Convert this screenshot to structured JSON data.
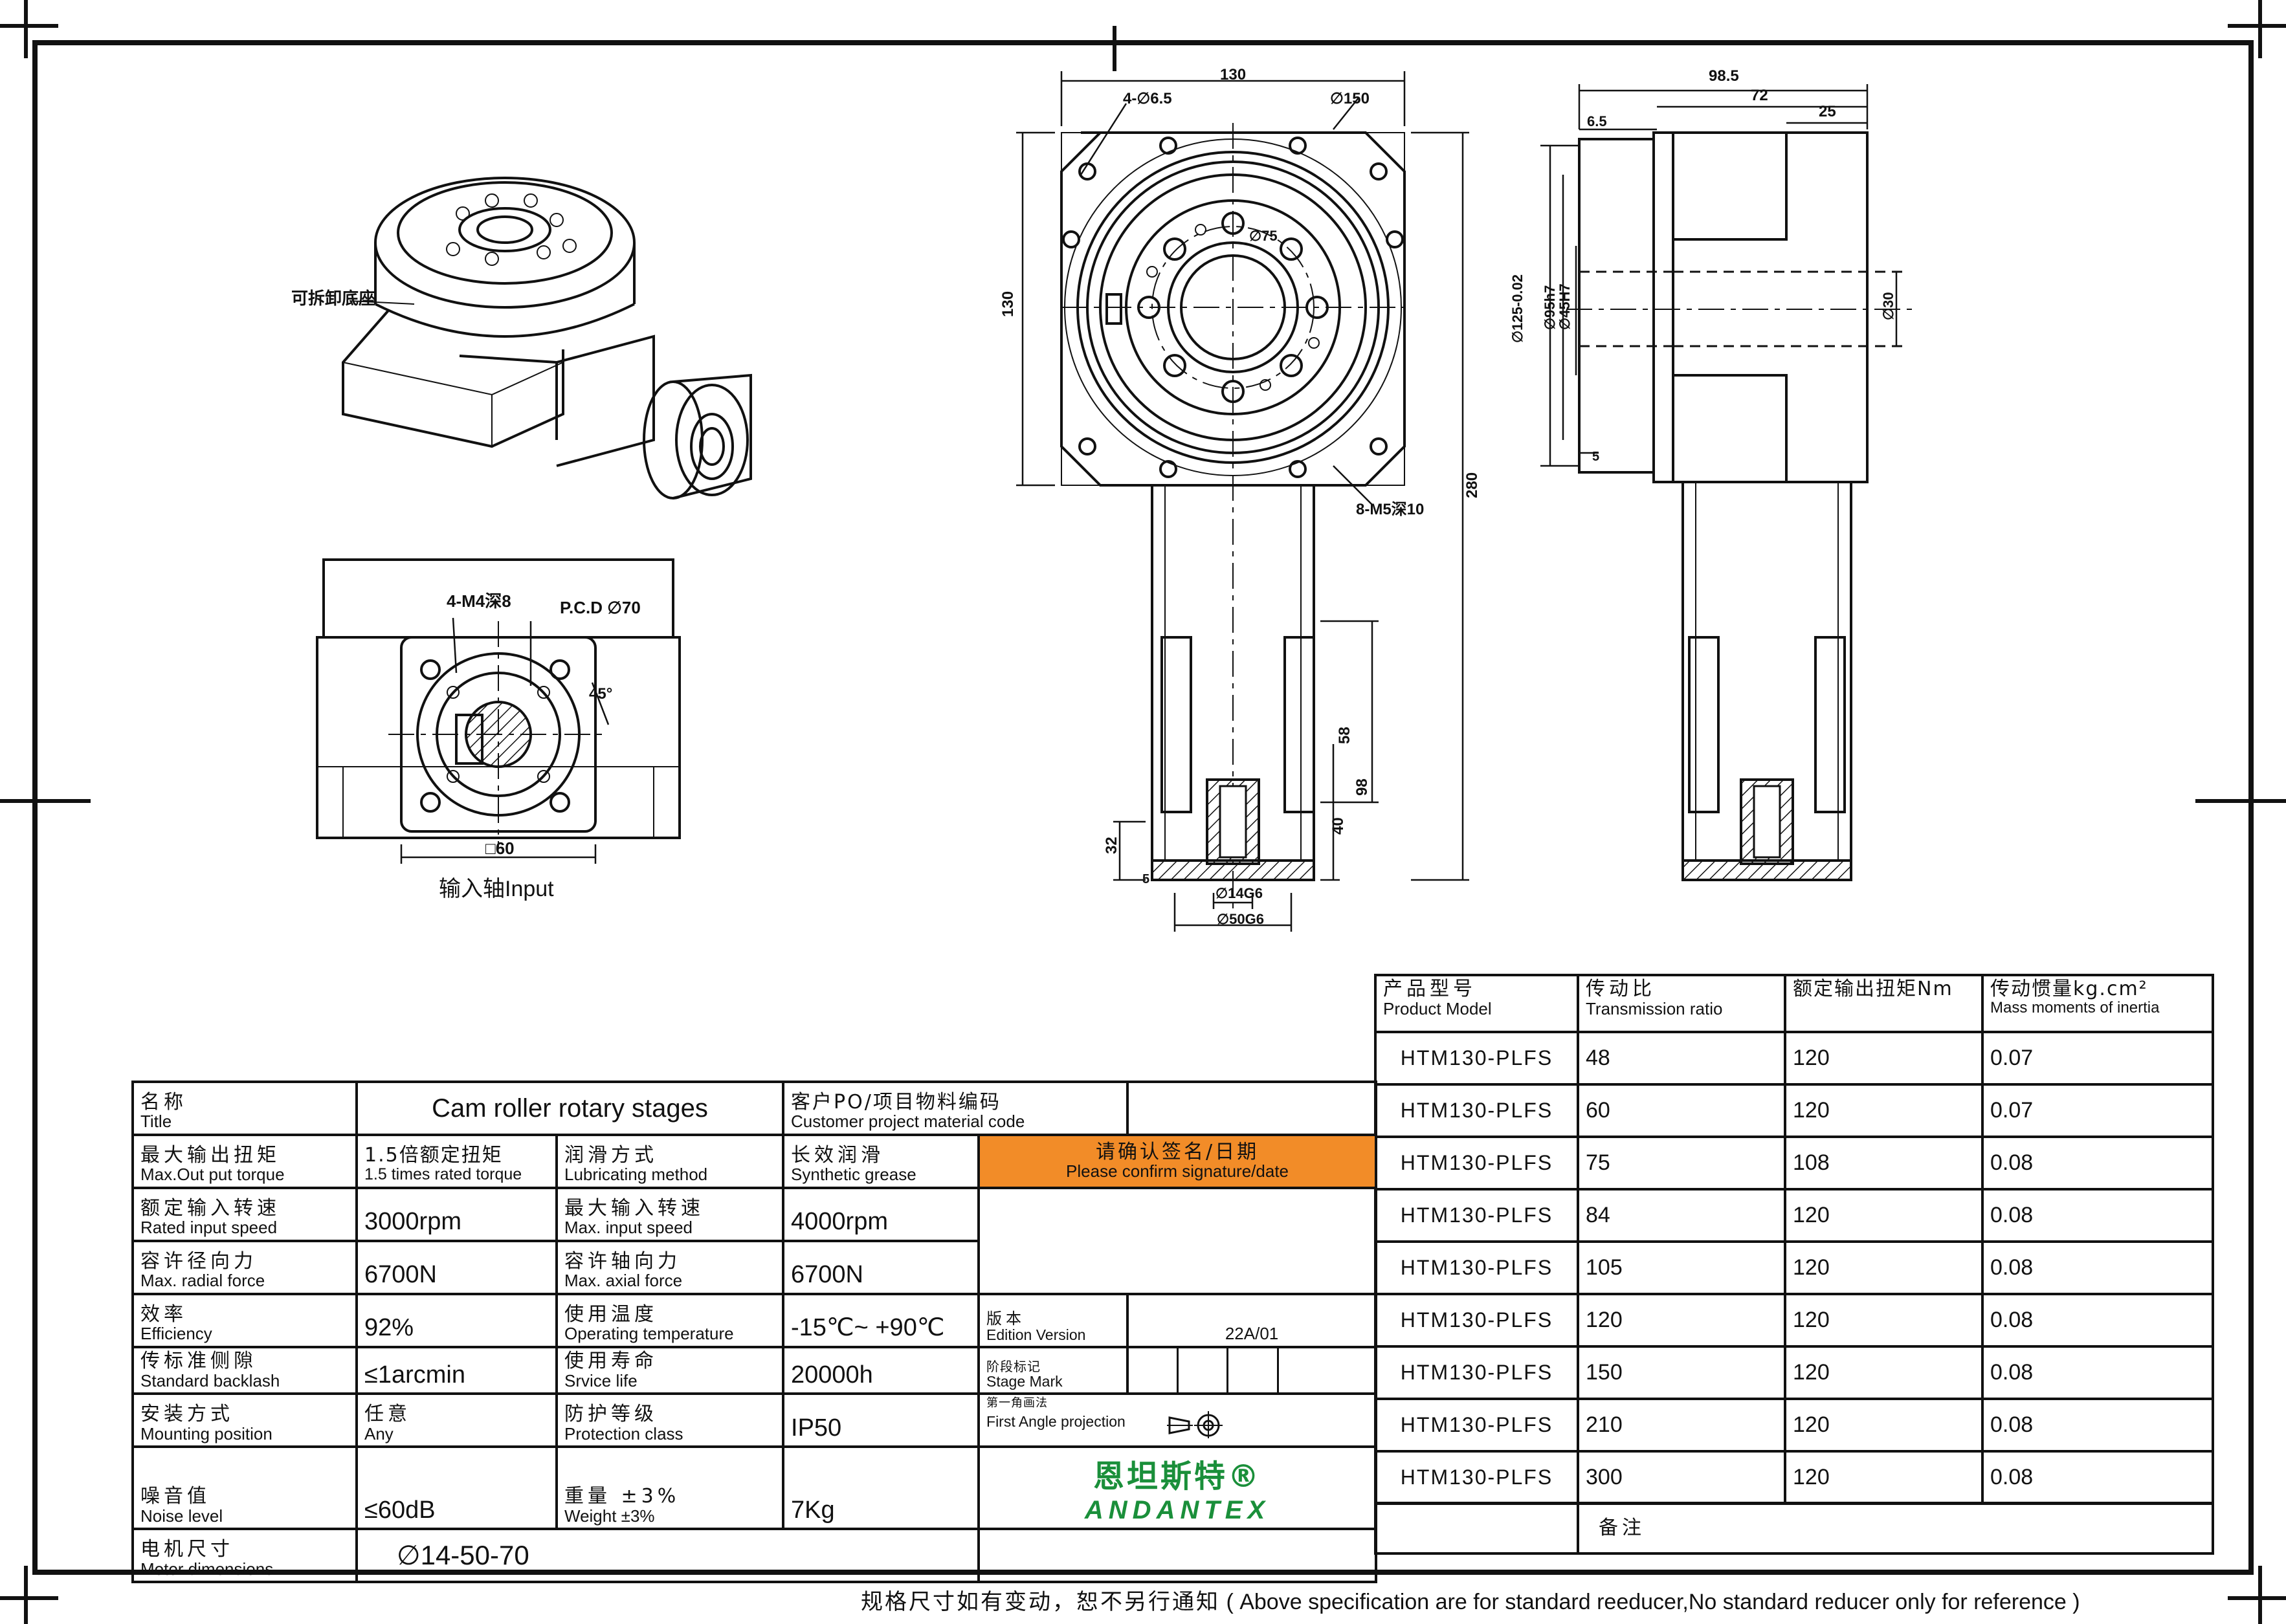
{
  "views": {
    "iso_note": "可拆卸底座",
    "input_view_caption": "输入轴Input",
    "input_labels": {
      "tapped": "4-M4深8",
      "pcd": "P.C.D ∅70",
      "angle": "45°",
      "square": "□60"
    },
    "front_dims": {
      "width": "130",
      "holes": "4-∅6.5",
      "bolt_circle": "∅150",
      "pitch": "∅75",
      "height": "130",
      "total": "280",
      "screws": "8-M5深10",
      "d58": "58",
      "d98": "98",
      "d40": "40",
      "d32": "32",
      "d5": "5",
      "shaft": "∅14G6",
      "spigot": "∅50G6"
    },
    "side_dims": {
      "overall": "98.5",
      "body": "72",
      "flange": "25",
      "lip": "6.5",
      "d1": "∅125-0.02",
      "d2": "∅95h7",
      "d3": "∅45H7",
      "d4": "∅30",
      "d5": "5"
    }
  },
  "spec": {
    "title_cn": "名称",
    "title_en": "Title",
    "title_val": "Cam roller rotary stages",
    "po_cn": "客户PO/项目物料编码",
    "po_en": "Customer project material code",
    "rows": [
      {
        "a_cn": "最大输出扭矩",
        "a_en": "Max.Out put torque",
        "a_val_cn": "1.5倍额定扭矩",
        "a_val_en": "1.5 times rated torque",
        "b_cn": "润滑方式",
        "b_en": "Lubricating method",
        "b_val_cn": "长效润滑",
        "b_val_en": "Synthetic grease"
      },
      {
        "a_cn": "额定输入转速",
        "a_en": "Rated input speed",
        "a_val": "3000rpm",
        "b_cn": "最大输入转速",
        "b_en": "Max. input speed",
        "b_val": "4000rpm"
      },
      {
        "a_cn": "容许径向力",
        "a_en": "Max. radial force",
        "a_val": "6700N",
        "b_cn": "容许轴向力",
        "b_en": "Max. axial force",
        "b_val": "6700N"
      },
      {
        "a_cn": "效率",
        "a_en": "Efficiency",
        "a_val": "92%",
        "b_cn": "使用温度",
        "b_en": "Operating temperature",
        "b_val": "-15℃~ +90℃"
      },
      {
        "a_cn": "传标准侧隙",
        "a_en": "Standard backlash",
        "a_val": "≤1arcmin",
        "b_cn": "使用寿命",
        "b_en": "Srvice life",
        "b_val": "20000h"
      },
      {
        "a_cn": "安装方式",
        "a_en": "Mounting position",
        "a_val_cn": "任意",
        "a_val_en": "Any",
        "b_cn": "防护等级",
        "b_en": "Protection class",
        "b_val": "IP50"
      },
      {
        "a_cn": "噪音值",
        "a_en": "Noise level",
        "a_val": "≤60dB",
        "b_cn": "重量 ±3%",
        "b_en": "Weight ±3%",
        "b_val": "7Kg"
      }
    ],
    "motor_cn": "电机尺寸",
    "motor_en": "Motor dimensions",
    "motor_val": "∅14-50-70",
    "confirm_cn": "请确认签名/日期",
    "confirm_en": "Please confirm signature/date",
    "edition_cn": "版本",
    "edition_en": "Edition Version",
    "edition_val": "22A/01",
    "stage_cn": "阶段标记",
    "stage_en": "Stage Mark",
    "proj_cn": "第一角画法",
    "proj_en": "First Angle projection",
    "brand_cn": "恩坦斯特®",
    "brand_en": "ANDANTEX",
    "remark_cn": "备注"
  },
  "ratio_table": {
    "headers": {
      "model_cn": "产品型号",
      "model_en": "Product Model",
      "ratio_cn": "传动比",
      "ratio_en": "Transmission ratio",
      "torque_cn": "额定输出扭矩Nm",
      "inertia_cn": "传动惯量kg.cm²",
      "inertia_en": "Mass moments of inertia"
    },
    "rows": [
      {
        "model": "HTM130-PLFS",
        "ratio": "48",
        "torque": "120",
        "inertia": "0.07"
      },
      {
        "model": "HTM130-PLFS",
        "ratio": "60",
        "torque": "120",
        "inertia": "0.07"
      },
      {
        "model": "HTM130-PLFS",
        "ratio": "75",
        "torque": "108",
        "inertia": "0.08"
      },
      {
        "model": "HTM130-PLFS",
        "ratio": "84",
        "torque": "120",
        "inertia": "0.08"
      },
      {
        "model": "HTM130-PLFS",
        "ratio": "105",
        "torque": "120",
        "inertia": "0.08"
      },
      {
        "model": "HTM130-PLFS",
        "ratio": "120",
        "torque": "120",
        "inertia": "0.08"
      },
      {
        "model": "HTM130-PLFS",
        "ratio": "150",
        "torque": "120",
        "inertia": "0.08"
      },
      {
        "model": "HTM130-PLFS",
        "ratio": "210",
        "torque": "120",
        "inertia": "0.08"
      },
      {
        "model": "HTM130-PLFS",
        "ratio": "300",
        "torque": "120",
        "inertia": "0.08"
      }
    ]
  },
  "footer": {
    "cn": "规格尺寸如有变动，恕不另行通知",
    "en": "( Above specification are for standard reeducer,No standard reducer only for reference )"
  }
}
